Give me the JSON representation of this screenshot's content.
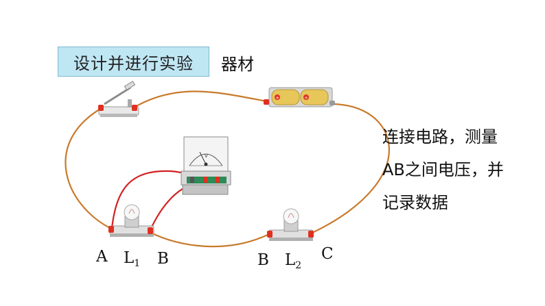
{
  "title": "设计并进行实验",
  "equipment_label": "器材",
  "instruction_lines": [
    "连接电路，测量",
    "AB之间电压，并",
    "记录数据"
  ],
  "labels": {
    "a": "A",
    "l1_base": "L",
    "l1_sub": "1",
    "b_left": "B",
    "b_right": "B",
    "l2_base": "L",
    "l2_sub": "2",
    "c": "C"
  },
  "voltmeter_unit": "V",
  "colors": {
    "main_wire": "#c9792a",
    "meter_wire": "#d22020",
    "title_bg": "#bfe6f3",
    "battery": "#e7c65a"
  }
}
